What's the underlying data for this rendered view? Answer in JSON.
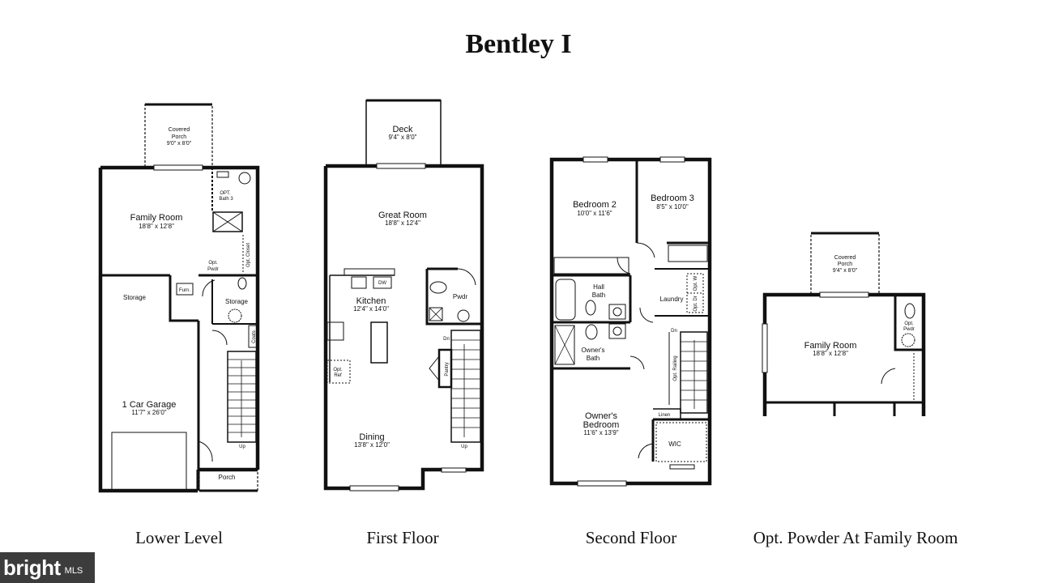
{
  "title": "Bentley I",
  "levels": {
    "lower": {
      "caption": "Lower Level",
      "rooms": {
        "covered_porch": "Covered",
        "covered_porch_2": "Porch",
        "covered_porch_dim": "9'0\" x 8'0\"",
        "family_room": "Family Room",
        "family_room_dim": "18'8\" x 12'8\"",
        "opt_bath_3": "OPT.",
        "opt_bath_3_2": "Bath 3",
        "opt_closet": "Opt. Closet",
        "opt_pwdr": "Opt.",
        "opt_pwdr_2": "Pwdr",
        "storage_left": "Storage",
        "furn": "Furn.",
        "storage_right": "Storage",
        "coats": "Coats",
        "garage": "1 Car Garage",
        "garage_dim": "11'7\" x 26'0\"",
        "up": "Up",
        "porch": "Porch"
      }
    },
    "first": {
      "caption": "First Floor",
      "rooms": {
        "deck": "Deck",
        "deck_dim": "9'4\" x 8'0\"",
        "great_room": "Great Room",
        "great_room_dim": "18'8\" x 12'4\"",
        "dw": "DW",
        "kitchen": "Kitchen",
        "kitchen_dim": "12'4\" x 14'0\"",
        "pwdr": "Pwdr",
        "dn": "Dn",
        "pantry": "Pantry",
        "opt_ref": "Opt.",
        "opt_ref_2": "Ref",
        "dining": "Dining",
        "dining_dim": "13'8\" x 12'0\"",
        "up": "Up"
      }
    },
    "second": {
      "caption": "Second Floor",
      "rooms": {
        "bedroom2": "Bedroom 2",
        "bedroom2_dim": "10'0\" x 11'6\"",
        "bedroom3": "Bedroom 3",
        "bedroom3_dim": "8'5\" x 10'0\"",
        "hall_bath": "Hall",
        "hall_bath_2": "Bath",
        "laundry": "Laundry",
        "opt_wd": "Opt. W",
        "opt_dr": "Opt. Dr",
        "owners_bath": "Owner's",
        "owners_bath_2": "Bath",
        "dn": "Dn",
        "opt_railing": "Opt. Railing",
        "owners_bedroom": "Owner's",
        "owners_bedroom_2": "Bedroom",
        "owners_bedroom_dim": "11'6\" x 13'9\"",
        "linen": "Linen",
        "wic": "WIC"
      }
    },
    "opt_powder": {
      "caption": "Opt. Powder At Family Room",
      "rooms": {
        "covered_porch": "Covered",
        "covered_porch_2": "Porch",
        "covered_porch_dim": "9'4\" x 8'0\"",
        "family_room": "Family Room",
        "family_room_dim": "18'8\" x 12'8\"",
        "opt_pwdr": "Opt.",
        "opt_pwdr_2": "Pwdr"
      }
    }
  },
  "watermark": {
    "logo": "bright",
    "suffix": "MLS"
  }
}
